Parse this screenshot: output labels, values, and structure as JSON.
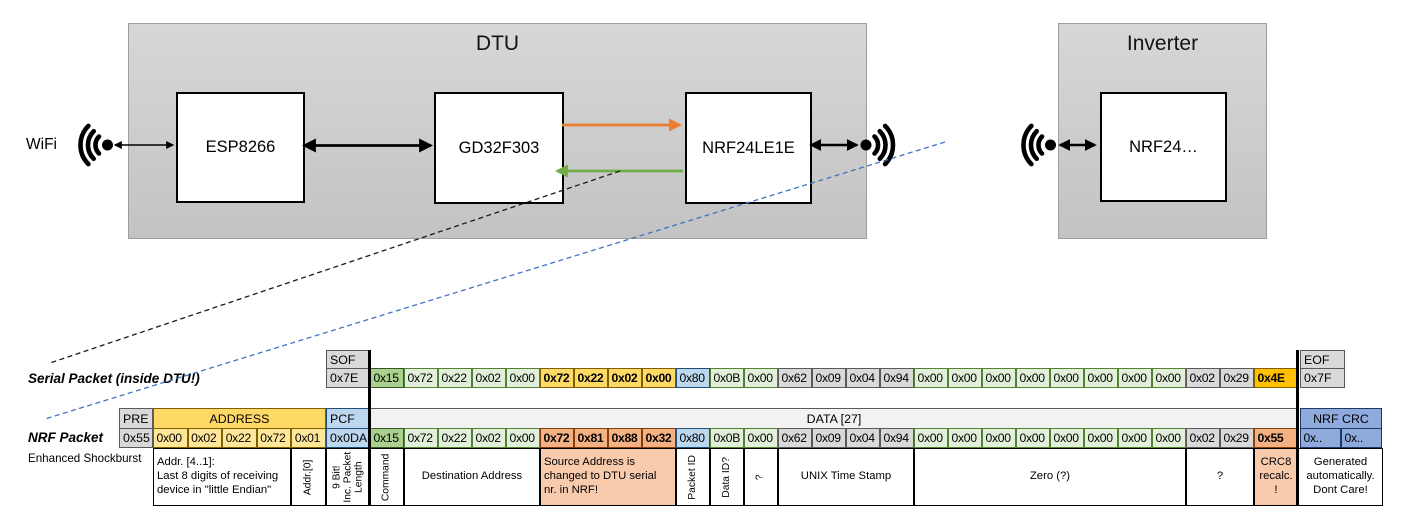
{
  "diagram": {
    "wifi_label": "WiFi",
    "dtu": {
      "title": "DTU",
      "esp": "ESP8266",
      "gd": "GD32F303",
      "nrf": "NRF24LE1E"
    },
    "inverter": {
      "title": "Inverter",
      "nrf": "NRF24…"
    }
  },
  "colors": {
    "gray": {
      "bg": "#D9D9D9",
      "bd": "#595959"
    },
    "gmid": {
      "bg": "#A9D08E",
      "bd": "#375623"
    },
    "grn": {
      "bg": "#E2EFDA",
      "bd": "#548235"
    },
    "yel": {
      "bg": "#FFD966",
      "bd": "#7F6000"
    },
    "yellight": {
      "bg": "#FFE699",
      "bd": "#7F6000"
    },
    "blu": {
      "bg": "#BDD7EE",
      "bd": "#1F4E79"
    },
    "gold": {
      "bg": "#FFC000",
      "bd": "#7F6000"
    },
    "org": {
      "bg": "#F4B183",
      "bd": "#833C0C"
    },
    "crcblu": {
      "bg": "#8FAADC",
      "bd": "#1F3864"
    },
    "annotation_orange": "#F8CBAD",
    "arrow_orange": "#ED7D31",
    "arrow_green": "#70AD47",
    "dash_blue": "#4472C4"
  },
  "serial_packet": {
    "label": "Serial Packet (inside DTU!)",
    "sof_header": "SOF",
    "sof_value": "0x7E",
    "eof_header": "EOF",
    "eof_value": "0x7F",
    "bytes": [
      {
        "v": "0x15",
        "c": "gmid"
      },
      {
        "v": "0x72",
        "c": "grn"
      },
      {
        "v": "0x22",
        "c": "grn"
      },
      {
        "v": "0x02",
        "c": "grn"
      },
      {
        "v": "0x00",
        "c": "grn"
      },
      {
        "v": "0x72",
        "c": "yel",
        "b": 1
      },
      {
        "v": "0x22",
        "c": "yel",
        "b": 1
      },
      {
        "v": "0x02",
        "c": "yel",
        "b": 1
      },
      {
        "v": "0x00",
        "c": "yel",
        "b": 1
      },
      {
        "v": "0x80",
        "c": "blu"
      },
      {
        "v": "0x0B",
        "c": "grn"
      },
      {
        "v": "0x00",
        "c": "grn"
      },
      {
        "v": "0x62",
        "c": "gray"
      },
      {
        "v": "0x09",
        "c": "gray"
      },
      {
        "v": "0x04",
        "c": "gray"
      },
      {
        "v": "0x94",
        "c": "gray"
      },
      {
        "v": "0x00",
        "c": "grn"
      },
      {
        "v": "0x00",
        "c": "grn"
      },
      {
        "v": "0x00",
        "c": "grn"
      },
      {
        "v": "0x00",
        "c": "grn"
      },
      {
        "v": "0x00",
        "c": "grn"
      },
      {
        "v": "0x00",
        "c": "grn"
      },
      {
        "v": "0x00",
        "c": "grn"
      },
      {
        "v": "0x00",
        "c": "grn"
      },
      {
        "v": "0x02",
        "c": "gray"
      },
      {
        "v": "0x29",
        "c": "gray"
      },
      {
        "v": "0x4E",
        "c": "gold",
        "b": 1,
        "w": 44
      }
    ]
  },
  "nrf_packet": {
    "label": "NRF Packet",
    "sublabel": "Enhanced Shockburst",
    "pre_header": "PRE",
    "pre_value": "0x55",
    "address_header": "ADDRESS",
    "address_bytes": [
      {
        "v": "0x00",
        "c": "yellight",
        "w": 34.6
      },
      {
        "v": "0x02",
        "c": "yellight",
        "w": 34.6
      },
      {
        "v": "0x22",
        "c": "yellight",
        "w": 34.6
      },
      {
        "v": "0x72",
        "c": "yellight",
        "w": 34.6
      },
      {
        "v": "0x01",
        "c": "yellight",
        "w": 34.6
      }
    ],
    "pcf_header": "PCF",
    "pcf_value": "0x0DA",
    "data_header": "DATA [27]",
    "bytes": [
      {
        "v": "0x15",
        "c": "gmid"
      },
      {
        "v": "0x72",
        "c": "grn"
      },
      {
        "v": "0x22",
        "c": "grn"
      },
      {
        "v": "0x02",
        "c": "grn"
      },
      {
        "v": "0x00",
        "c": "grn"
      },
      {
        "v": "0x72",
        "c": "org",
        "b": 1
      },
      {
        "v": "0x81",
        "c": "org",
        "b": 1
      },
      {
        "v": "0x88",
        "c": "org",
        "b": 1
      },
      {
        "v": "0x32",
        "c": "org",
        "b": 1
      },
      {
        "v": "0x80",
        "c": "blu"
      },
      {
        "v": "0x0B",
        "c": "grn"
      },
      {
        "v": "0x00",
        "c": "grn"
      },
      {
        "v": "0x62",
        "c": "gray"
      },
      {
        "v": "0x09",
        "c": "gray"
      },
      {
        "v": "0x04",
        "c": "gray"
      },
      {
        "v": "0x94",
        "c": "gray"
      },
      {
        "v": "0x00",
        "c": "grn"
      },
      {
        "v": "0x00",
        "c": "grn"
      },
      {
        "v": "0x00",
        "c": "grn"
      },
      {
        "v": "0x00",
        "c": "grn"
      },
      {
        "v": "0x00",
        "c": "grn"
      },
      {
        "v": "0x00",
        "c": "grn"
      },
      {
        "v": "0x00",
        "c": "grn"
      },
      {
        "v": "0x00",
        "c": "grn"
      },
      {
        "v": "0x02",
        "c": "gray"
      },
      {
        "v": "0x29",
        "c": "gray"
      },
      {
        "v": "0x55",
        "c": "org",
        "b": 1,
        "w": 44
      }
    ],
    "crc_header": "NRF CRC",
    "crc_bytes": [
      {
        "v": "0x..",
        "c": "crcblu",
        "w": 41
      },
      {
        "v": "0x..",
        "c": "crcblu",
        "w": 41
      }
    ]
  },
  "annotations": [
    {
      "text": "Addr. [4..1]:\nLast 8 digits of receiving\ndevice in \"little Endian\"",
      "span": 4,
      "k": "addr",
      "align": "left"
    },
    {
      "text": "Addr.[0]",
      "span": 1,
      "k": "addr",
      "rot": true
    },
    {
      "text": "9 Bit!\nInc. Packet\nLength",
      "k": "pcf",
      "rot": true
    },
    {
      "text": "Command",
      "span": 1,
      "rot": true
    },
    {
      "text": "Destination Address",
      "span": 4
    },
    {
      "text": "Source Address is\nchanged to DTU serial\nnr. in NRF!",
      "span": 4,
      "o": true,
      "align": "left"
    },
    {
      "text": "Packet ID",
      "span": 1,
      "rot": true
    },
    {
      "text": "Data ID?",
      "span": 1,
      "rot": true
    },
    {
      "text": "?",
      "span": 1,
      "rot": true
    },
    {
      "text": "UNIX Time Stamp",
      "span": 4
    },
    {
      "text": "Zero (?)",
      "span": 8
    },
    {
      "text": "?",
      "span": 2
    },
    {
      "text": "CRC8\nrecalc.\n!",
      "k": "crc8",
      "o": true
    },
    {
      "text": "Generated\nautomatically.\nDont Care!",
      "k": "crc2"
    }
  ]
}
